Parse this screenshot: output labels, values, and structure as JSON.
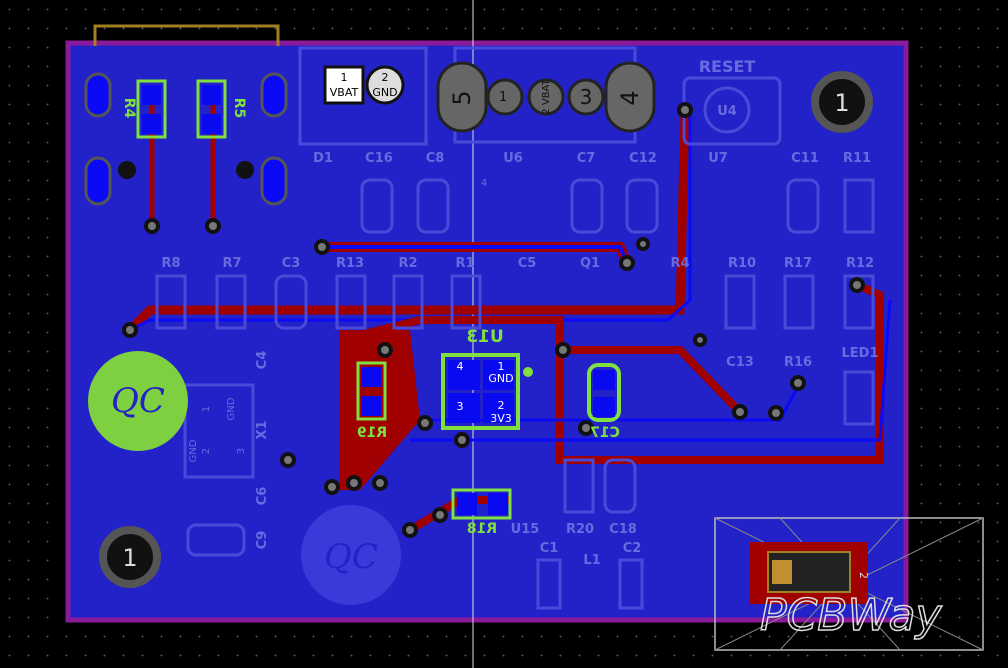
{
  "canvas": {
    "layer_colors": {
      "board_fill": "#2222c8",
      "edge_cuts": "#8a1a9a",
      "front_copper": "#a00000",
      "back_copper": "#0a0af8",
      "silkscreen_selected": "#7fe040",
      "silkscreen": "#6a6ae0"
    }
  },
  "labels": {
    "top_row": [
      "D1",
      "C16",
      "C8",
      "U6",
      "C7",
      "C12",
      "U7",
      "C11",
      "R11"
    ],
    "mid_row": [
      "R8",
      "R7",
      "C3",
      "R13",
      "R2",
      "R1",
      "C5",
      "Q1",
      "R4",
      "R10",
      "R17",
      "R12"
    ],
    "right": [
      "C13",
      "R16",
      "LED1"
    ],
    "bottom": [
      "U15",
      "R20",
      "C18",
      "C1",
      "L1",
      "C2"
    ],
    "left_rotated": [
      "C4",
      "X1",
      "C6",
      "C9"
    ],
    "reset": "RESET",
    "u4": "U4",
    "pad_4": "4",
    "selected": {
      "r4": "R4",
      "r5": "R5",
      "u13": "U13",
      "r19": "R19",
      "r18": "R18",
      "c17": "C17"
    }
  },
  "u13_pads": [
    {
      "num": "4",
      "name": ""
    },
    {
      "num": "1",
      "name": "GND"
    },
    {
      "num": "3",
      "name": ""
    },
    {
      "num": "2",
      "name": "3V3"
    }
  ],
  "x1_pads": [
    "1",
    "GND",
    "GND",
    "2",
    "3"
  ],
  "battery_connector": {
    "pin1": "1",
    "pin1_name": "VBAT",
    "pin2": "2",
    "pin2_name": "GND"
  },
  "header": {
    "p5": "5",
    "p1": "1",
    "p2": "2",
    "p2_name": "VBAT",
    "p3": "3",
    "p4": "4"
  },
  "mounting_holes": [
    "1",
    "1"
  ],
  "logos": {
    "pcbway": "PCBWay",
    "qc": "QC"
  },
  "led_pad": "2"
}
